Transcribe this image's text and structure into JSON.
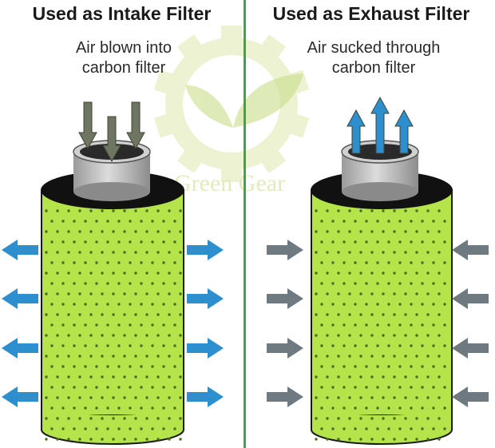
{
  "panels": {
    "intake": {
      "title": "Used as Intake Filter",
      "caption_line1": "Air blown into",
      "caption_line2": "carbon filter"
    },
    "exhaust": {
      "title": "Used as Exhaust Filter",
      "caption_line1": "Air sucked through",
      "caption_line2": "carbon filter"
    }
  },
  "watermark": {
    "text": "Green Gear"
  },
  "colors": {
    "filter_body": "#b5e34a",
    "filter_dot": "#4a6e1f",
    "filter_top": "#111111",
    "duct": "#c8c8c8",
    "arrow_blue": "#2d8fcd",
    "arrow_gray": "#6f7a80",
    "arrow_olive": "#6e7560",
    "divider": "#3aa84a",
    "watermark": "#e2ebb9"
  },
  "icons": [
    "gear-icon",
    "leaf-icon",
    "arrow-left-icon",
    "arrow-right-icon",
    "arrow-up-icon",
    "arrow-down-icon"
  ]
}
